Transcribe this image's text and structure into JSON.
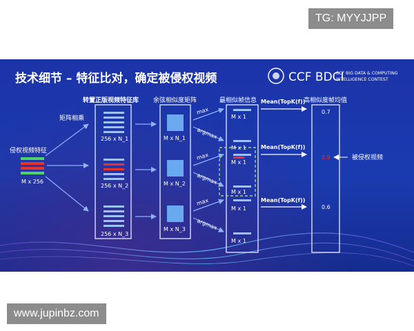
{
  "watermark_top": "TG: MYYJJPP",
  "watermark_bottom": "www.jupinbz.com",
  "slide": {
    "title": "技术细节 – 特征比对，确定被侵权视频",
    "logo_text": "CCF BDCI",
    "logo_sub_1": "CCF BIG DATA & COMPUTING",
    "logo_sub_2": "INTELLIGENCE CONTEST",
    "query_label": "侵权视频特征",
    "query_size": "M x 256",
    "matmul_label": "矩阵相乘",
    "library_title": "转置正版视频特征库",
    "library_sizes": [
      "256 x N_1",
      "256 x N_2",
      "256 x N_3"
    ],
    "cosine_title": "余弦相似度矩阵",
    "cosine_sizes": [
      "M x N_1",
      "M x N_2",
      "M x N_3"
    ],
    "op_max": "max",
    "op_argmax": "argmax",
    "frame_title": "最相似帧信息",
    "frame_size": "M x 1",
    "mean_label": "Mean(TopK(f))",
    "score_title": "高相似度帧均值",
    "scores": [
      "0.7",
      "0.9",
      "0.6"
    ],
    "infringed_label": "被侵权视频",
    "colors": {
      "highlight": "#e8332a",
      "green": "#4fd26a",
      "dashed": "#9bd48a",
      "score_highlight": "#e8332a"
    }
  }
}
